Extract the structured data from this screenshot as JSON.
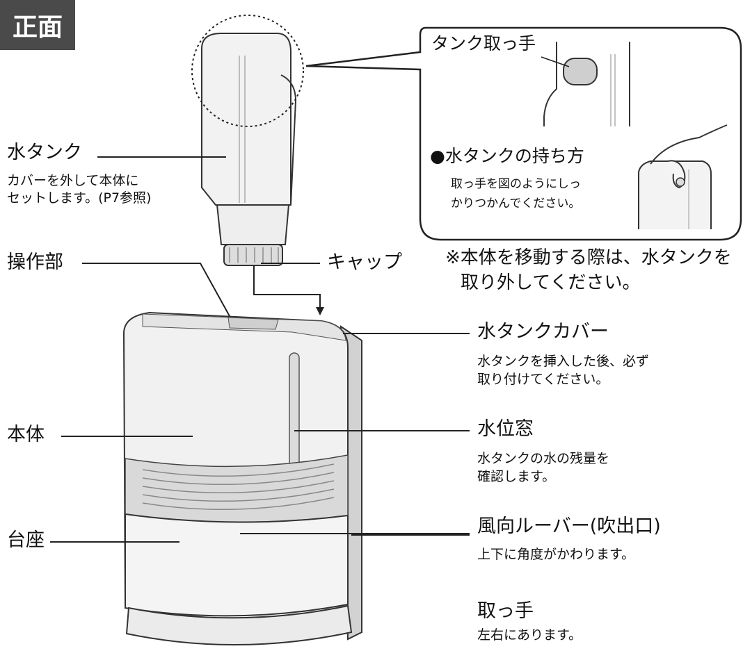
{
  "section_tag": "正面",
  "water_tank": {
    "title": "水タンク",
    "desc_line1": "カバーを外して本体に",
    "desc_line2": "セットします。(P7参照)"
  },
  "control_panel": {
    "title": "操作部"
  },
  "cap": {
    "title": "キャップ"
  },
  "body": {
    "title": "本体"
  },
  "base": {
    "title": "台座"
  },
  "tank_handle": {
    "title": "タンク取っ手"
  },
  "how_to_hold": {
    "title": "●水タンクの持ち方",
    "desc_line1": "取っ手を図のようにしっ",
    "desc_line2": "かりつかんでください。"
  },
  "move_note": {
    "line1": "※本体を移動する際は、水タンクを",
    "line2": "取り外してください。"
  },
  "tank_cover": {
    "title": "水タンクカバー",
    "desc_line1": "水タンクを挿入した後、必ず",
    "desc_line2": "取り付けてください。"
  },
  "water_window": {
    "title": "水位窓",
    "desc_line1": "水タンクの水の残量を",
    "desc_line2": "確認します。"
  },
  "louver": {
    "title": "風向ルーバー(吹出口)",
    "desc": "上下に角度がかわります。"
  },
  "handle": {
    "title": "取っ手",
    "desc": "左右にあります。"
  },
  "icons": [
    "water-tank-illustration",
    "humidifier-illustration",
    "hand-illustration"
  ]
}
